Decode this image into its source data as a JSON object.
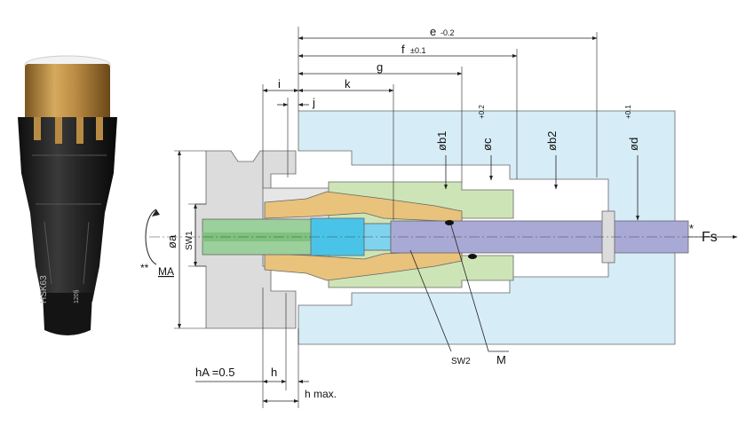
{
  "photo": {
    "engraving_model": "HSK63",
    "engraving_code": "120§"
  },
  "labels": {
    "e": "e",
    "e_tol": "-0.2",
    "f": "f",
    "f_tol": "±0.1",
    "g": "g",
    "k": "k",
    "i": "i",
    "j": "j",
    "b1": "øb1",
    "c": "øc",
    "c_tol": "+0.2",
    "b2": "øb2",
    "d": "ød",
    "d_tol": "+0.1",
    "a": "øa",
    "sw1": "SW1",
    "ma_stars": "**",
    "ma": "MA",
    "fs_star": "*",
    "fs": "Fs",
    "sw2": "SW2",
    "m": "M",
    "ha": "hA =0.5",
    "h": "h",
    "hmax": "h max."
  },
  "colors": {
    "workpiece": "#d6ecf7",
    "holder": "#dcdcdc",
    "tool_shank": "#a9a9d6",
    "collet": "#e9c27c",
    "coolant": "#49c4e8",
    "pipe": "#9bcf9b",
    "nut": "#cde5b6",
    "gold": "#b98a43",
    "black": "#1f1f1f"
  }
}
